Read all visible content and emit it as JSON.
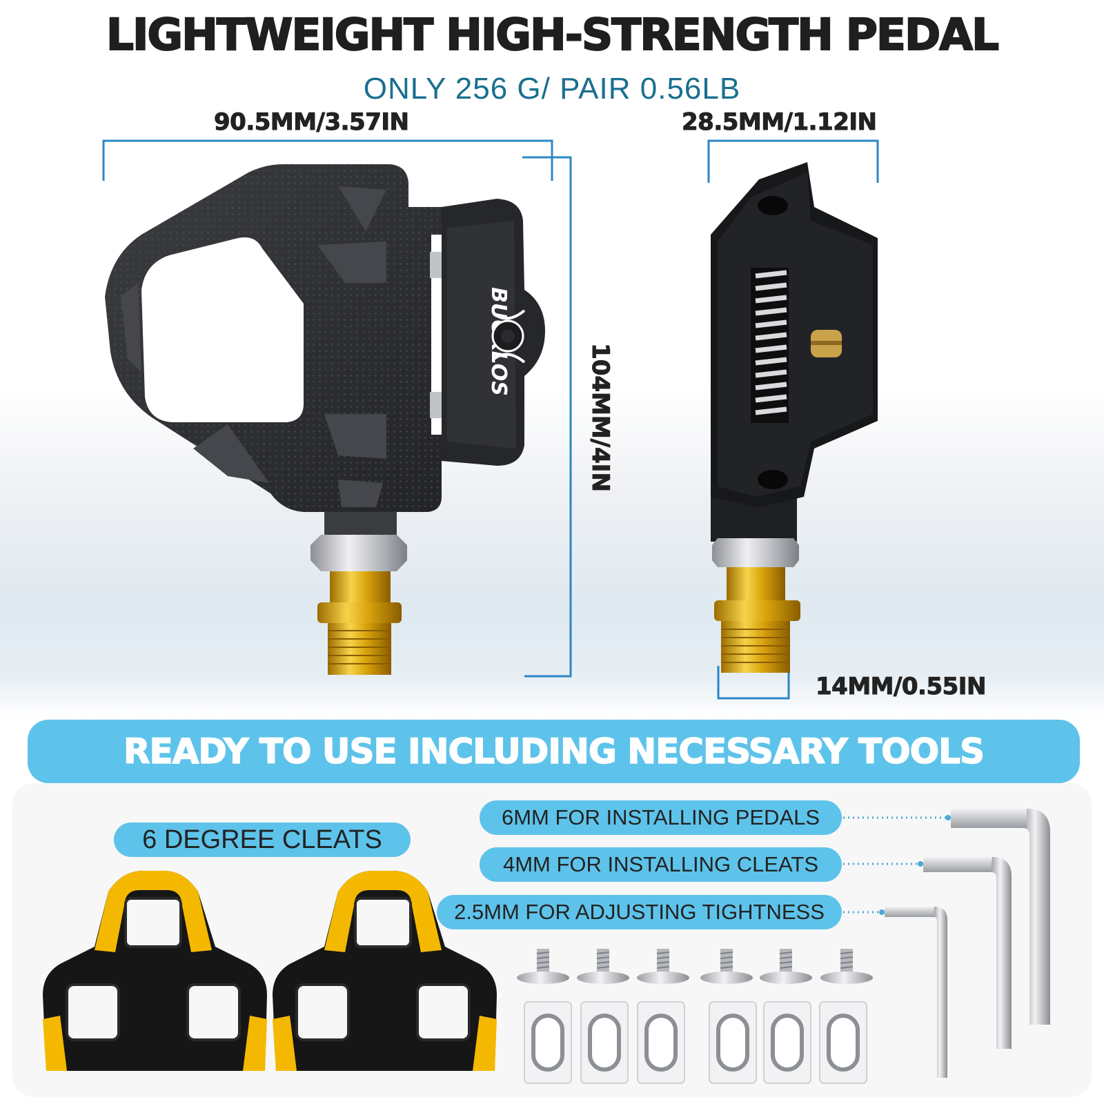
{
  "header": {
    "title": "LIGHTWEIGHT HIGH-STRENGTH PEDAL",
    "subtitle": "ONLY 256 G/ PAIR 0.56LB"
  },
  "dimensions": {
    "width_front": "90.5MM/3.57IN",
    "width_side": "28.5MM/1.12IN",
    "height": "104MM/4IN",
    "spindle": "14MM/0.55IN"
  },
  "product": {
    "brand": "BUCKLOS"
  },
  "banner": {
    "text": "READY TO USE INCLUDING NECESSARY TOOLS"
  },
  "accessories": {
    "cleats_label": "6 DEGREE CLEATS",
    "tools": [
      "6MM FOR INSTALLING PEDALS",
      "4MM FOR INSTALLING CLEATS",
      "2.5MM FOR ADJUSTING TIGHTNESS"
    ]
  },
  "colors": {
    "accent_blue": "#5ec3ea",
    "dimension_line": "#2b86c5",
    "subtitle": "#1a6f8f",
    "cleat_yellow": "#f5b800",
    "pedal_body": "#2e3033",
    "axle_gold": "#d9a40c"
  }
}
